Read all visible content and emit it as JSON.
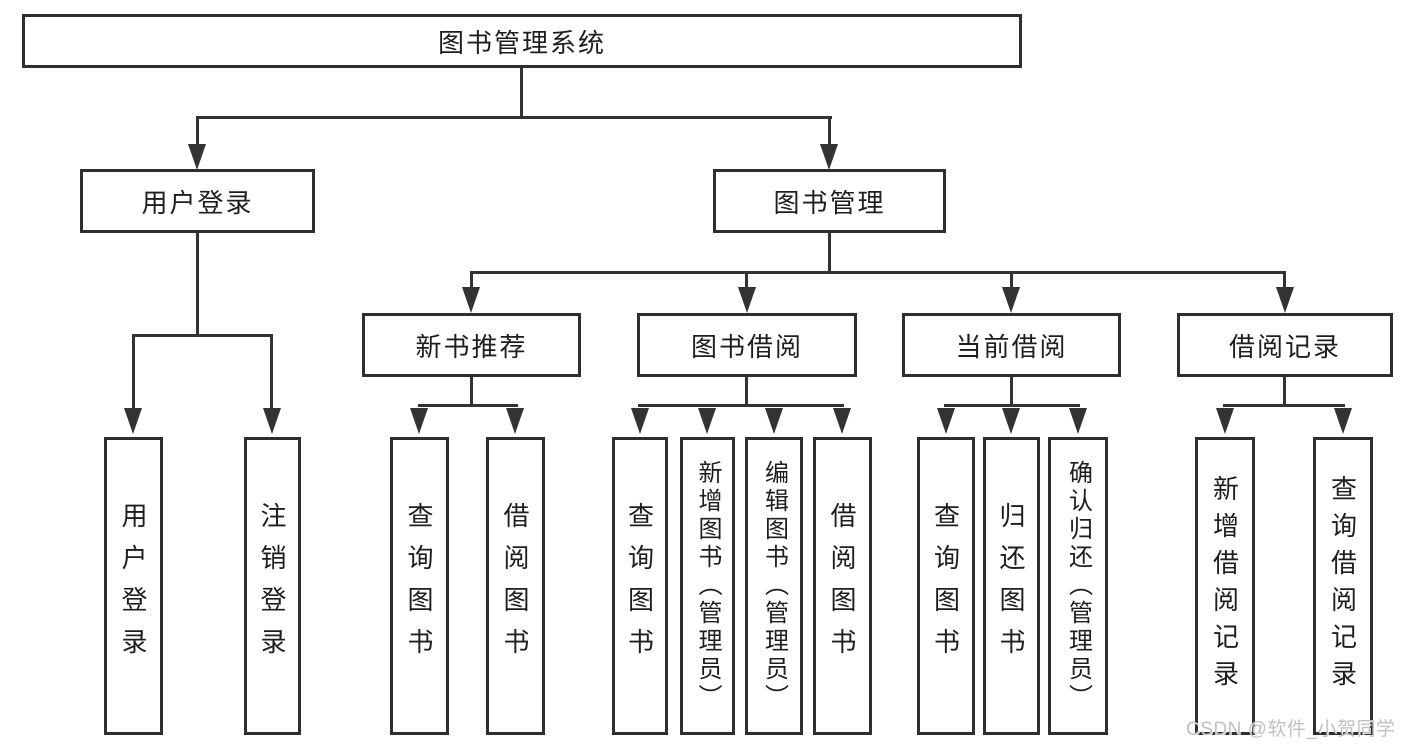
{
  "colors": {
    "line": "#333333",
    "box_border": "#2e2e2e",
    "text": "#1e1e1e",
    "background": "#ffffff",
    "watermark": "#c1c1c1"
  },
  "nodes": {
    "root": "图书管理系统",
    "user_login": "用户登录",
    "book_mgmt": "图书管理",
    "new_book_rec": "新书推荐",
    "book_borrow": "图书借阅",
    "current_borrow": "当前借阅",
    "borrow_records": "借阅记录",
    "leaf_user_login": "用户登录",
    "leaf_logout": "注销登录",
    "leaf_nb_query": "查询图书",
    "leaf_nb_borrow": "借阅图书",
    "leaf_bb_query": "查询图书",
    "leaf_bb_add": "新增图书（管理员）",
    "leaf_bb_edit": "编辑图书（管理员）",
    "leaf_bb_borrow": "借阅图书",
    "leaf_cb_query": "查询图书",
    "leaf_cb_return": "归还图书",
    "leaf_cb_confirm": "确认归还（管理员）",
    "leaf_br_add": "新增借阅记录",
    "leaf_br_query": "查询借阅记录"
  },
  "watermark": {
    "text": "CSDN @软件_小贺同学"
  }
}
